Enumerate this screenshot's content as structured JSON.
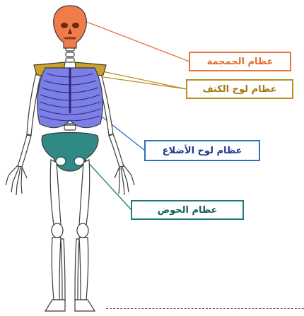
{
  "labels": {
    "skull": "عظام الجمجمة",
    "shoulder": "عظام لوح الكتف",
    "rib": "عظام لوح الأضلاع",
    "pelvis": "عظام الحوض"
  },
  "colors": {
    "skull": "#f07c4a",
    "skull_border": "#e8723f",
    "skull_text": "#e36a30",
    "shoulder": "#c9a227",
    "shoulder_border": "#b8901c",
    "shoulder_text": "#a47a10",
    "rib": "#7b7fe6",
    "rib_border": "#2f6fc0",
    "rib_text": "#1f3c8f",
    "pelvis": "#2f8a86",
    "pelvis_border": "#1f7c79",
    "pelvis_text": "#14605d",
    "bone_fill": "#ffffff",
    "bone_stroke": "#3a3a3a"
  }
}
